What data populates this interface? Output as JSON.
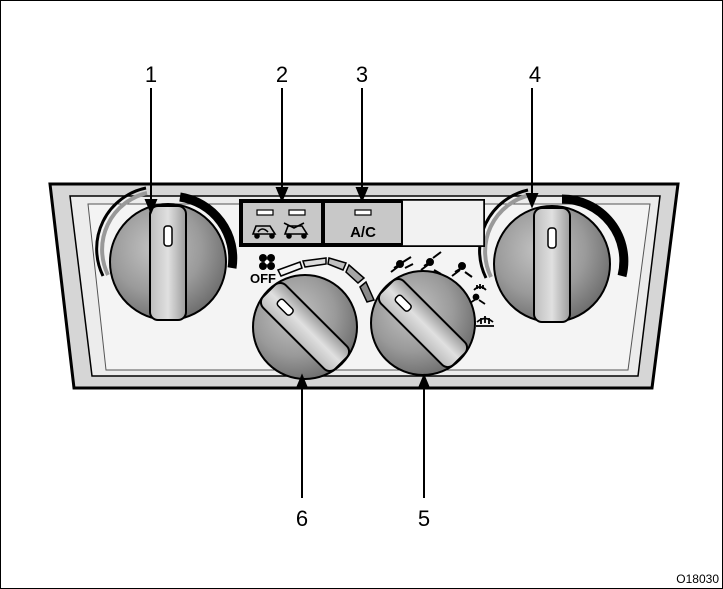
{
  "callouts": {
    "c1": "1",
    "c2": "2",
    "c3": "3",
    "c4": "4",
    "c5": "5",
    "c6": "6"
  },
  "buttons": {
    "ac_label": "A/C"
  },
  "fan": {
    "off_label": "OFF"
  },
  "figure_code": "O18030",
  "colors": {
    "panel": "#e4e4e4",
    "knob": "#9a9a9a",
    "button": "#c8c8c8",
    "outline": "#000000"
  }
}
